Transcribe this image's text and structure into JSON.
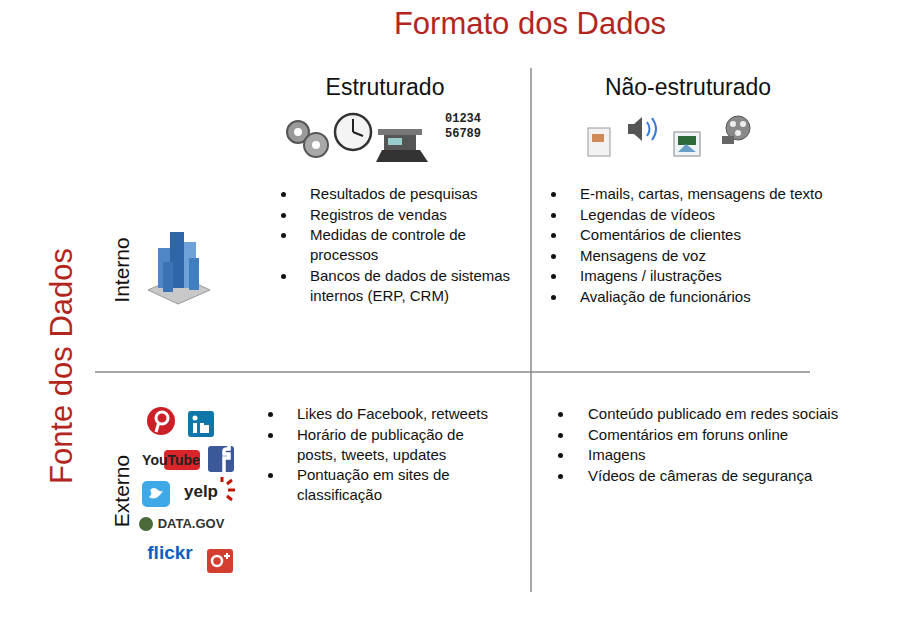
{
  "diagram": {
    "title": "Formato dos Dados",
    "labels": [
      "Fonte dos Dados",
      "Estruturado",
      "Não-estruturado",
      "01234",
      "56789",
      "Interno",
      "Externo",
      "YouTube",
      "yelp",
      "DATA.GOV",
      "flickr",
      "Resultados de pesquisas",
      "Registros de vendas",
      "Medidas de controle de processos",
      "Bancos de dados de sistemas internos (ERP, CRM)",
      "E-mails, cartas, mensagens de texto",
      "Legendas de vídeos",
      "Comentários de clientes",
      "Mensagens de voz",
      "Imagens / ilustrações",
      "Avaliação de funcionários",
      "Likes do Facebook, retweets",
      "Horário de publicação de posts, tweets, updates",
      "Pontuação em sites de classificação",
      "Conteúdo publicado em redes sociais",
      "Comentários em foruns online",
      "Imagens",
      "Vídeos de câmeras de segurança"
    ]
  }
}
